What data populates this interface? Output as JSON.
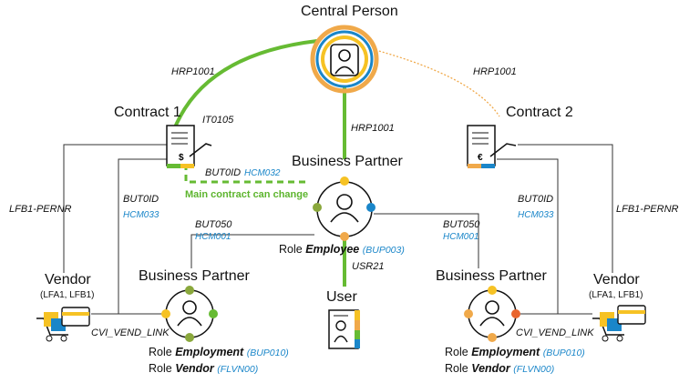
{
  "central": {
    "title": "Central Person"
  },
  "contracts": {
    "c1": "Contract 1",
    "c2": "Contract 2"
  },
  "relations": {
    "hrp_left": "HRP1001",
    "hrp_right": "HRP1001",
    "hrp_center": "HRP1001",
    "it0105": "IT0105",
    "butoid_center": "BUT0ID",
    "hcm032": "HCM032",
    "main_contract": "Main contract can change",
    "butoid_left": "BUT0ID",
    "hcm033_left": "HCM033",
    "butoid_right": "BUT0ID",
    "hcm033_right": "HCM033",
    "but050_left": "BUT050",
    "hcm001_left": "HCM001",
    "but050_right": "BUT050",
    "hcm001_right": "HCM001",
    "lfb1_left": "LFB1-PERNR",
    "lfb1_right": "LFB1-PERNR",
    "usr21": "USR21",
    "cvi_left": "CVI_VEND_LINK",
    "cvi_right": "CVI_VEND_LINK"
  },
  "bp_center": {
    "title": "Business Partner",
    "role_prefix": "Role",
    "role_name": "Employee",
    "role_code": "(BUP003)"
  },
  "bp_left": {
    "title": "Business Partner",
    "role1_prefix": "Role",
    "role1_name": "Employment",
    "role1_code": "(BUP010)",
    "role2_prefix": "Role",
    "role2_name": "Vendor",
    "role2_code": "(FLVN00)"
  },
  "bp_right": {
    "title": "Business Partner",
    "role1_prefix": "Role",
    "role1_name": "Employment",
    "role1_code": "(BUP010)",
    "role2_prefix": "Role",
    "role2_name": "Vendor",
    "role2_code": "(FLVN00)"
  },
  "vendor_left": {
    "title": "Vendor",
    "tables": "(LFA1, LFB1)"
  },
  "vendor_right": {
    "title": "Vendor",
    "tables": "(LFA1, LFB1)"
  },
  "user": {
    "title": "User"
  },
  "colors": {
    "green": "#66bb33",
    "orange": "#f0a94a",
    "blue": "#1a86c9",
    "yellow": "#f6c224",
    "olive": "#8aa83c",
    "gray": "#333333"
  }
}
